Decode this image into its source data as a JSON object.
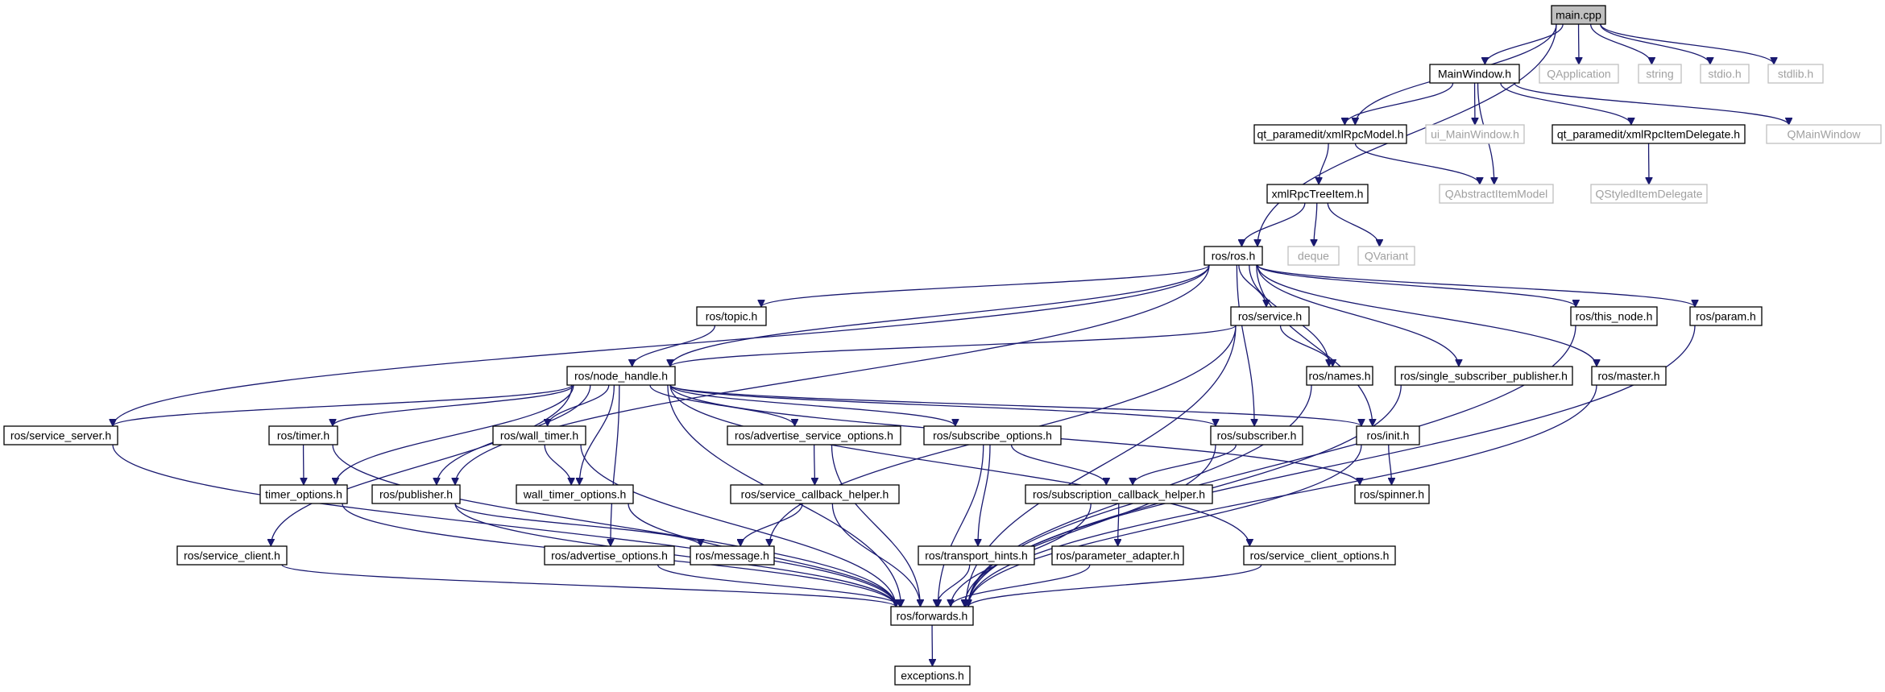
{
  "diagram": {
    "type": "include-dependency-graph",
    "colors": {
      "edge": "#191970",
      "box_border": "#000000",
      "external_border": "#bfbfbf",
      "external_text": "#a0a0a0",
      "root_fill": "#bfbfbf"
    },
    "nodes": [
      {
        "id": "main_cpp",
        "label": "main.cpp",
        "kind": "root"
      },
      {
        "id": "mainwindow",
        "label": "MainWindow.h",
        "kind": "file"
      },
      {
        "id": "qapplication",
        "label": "QApplication",
        "kind": "external"
      },
      {
        "id": "string",
        "label": "string",
        "kind": "external"
      },
      {
        "id": "stdio",
        "label": "stdio.h",
        "kind": "external"
      },
      {
        "id": "stdlib",
        "label": "stdlib.h",
        "kind": "external"
      },
      {
        "id": "xmlrpcmodel",
        "label": "qt_paramedit/xmlRpcModel.h",
        "kind": "file"
      },
      {
        "id": "ui_mainwindow",
        "label": "ui_MainWindow.h",
        "kind": "external"
      },
      {
        "id": "xmlrpcitemdelegate",
        "label": "qt_paramedit/xmlRpcItemDelegate.h",
        "kind": "file"
      },
      {
        "id": "qmainwindow",
        "label": "QMainWindow",
        "kind": "external"
      },
      {
        "id": "xmlrpctreeitem",
        "label": "xmlRpcTreeItem.h",
        "kind": "file"
      },
      {
        "id": "qabstractitemmodel",
        "label": "QAbstractItemModel",
        "kind": "external"
      },
      {
        "id": "qstyleditemdelegate",
        "label": "QStyledItemDelegate",
        "kind": "external"
      },
      {
        "id": "ros_ros",
        "label": "ros/ros.h",
        "kind": "file"
      },
      {
        "id": "deque",
        "label": "deque",
        "kind": "external"
      },
      {
        "id": "qvariant",
        "label": "QVariant",
        "kind": "external"
      },
      {
        "id": "topic",
        "label": "ros/topic.h",
        "kind": "file"
      },
      {
        "id": "service",
        "label": "ros/service.h",
        "kind": "file"
      },
      {
        "id": "this_node",
        "label": "ros/this_node.h",
        "kind": "file"
      },
      {
        "id": "param",
        "label": "ros/param.h",
        "kind": "file"
      },
      {
        "id": "node_handle",
        "label": "ros/node_handle.h",
        "kind": "file"
      },
      {
        "id": "names",
        "label": "ros/names.h",
        "kind": "file"
      },
      {
        "id": "ssp",
        "label": "ros/single_subscriber_publisher.h",
        "kind": "file"
      },
      {
        "id": "master",
        "label": "ros/master.h",
        "kind": "file"
      },
      {
        "id": "service_server",
        "label": "ros/service_server.h",
        "kind": "file"
      },
      {
        "id": "timer",
        "label": "ros/timer.h",
        "kind": "file"
      },
      {
        "id": "wall_timer",
        "label": "ros/wall_timer.h",
        "kind": "file"
      },
      {
        "id": "aso",
        "label": "ros/advertise_service_options.h",
        "kind": "file"
      },
      {
        "id": "sub_opts",
        "label": "ros/subscribe_options.h",
        "kind": "file"
      },
      {
        "id": "subscriber",
        "label": "ros/subscriber.h",
        "kind": "file"
      },
      {
        "id": "init",
        "label": "ros/init.h",
        "kind": "file"
      },
      {
        "id": "timer_options",
        "label": "timer_options.h",
        "kind": "file"
      },
      {
        "id": "publisher",
        "label": "ros/publisher.h",
        "kind": "file"
      },
      {
        "id": "wall_timer_options",
        "label": "wall_timer_options.h",
        "kind": "file"
      },
      {
        "id": "sch",
        "label": "ros/service_callback_helper.h",
        "kind": "file"
      },
      {
        "id": "subcb",
        "label": "ros/subscription_callback_helper.h",
        "kind": "file"
      },
      {
        "id": "spinner",
        "label": "ros/spinner.h",
        "kind": "file"
      },
      {
        "id": "service_client",
        "label": "ros/service_client.h",
        "kind": "file"
      },
      {
        "id": "adv_opts",
        "label": "ros/advertise_options.h",
        "kind": "file"
      },
      {
        "id": "message",
        "label": "ros/message.h",
        "kind": "file"
      },
      {
        "id": "transport_hints",
        "label": "ros/transport_hints.h",
        "kind": "file"
      },
      {
        "id": "param_adapter",
        "label": "ros/parameter_adapter.h",
        "kind": "file"
      },
      {
        "id": "sco",
        "label": "ros/service_client_options.h",
        "kind": "file"
      },
      {
        "id": "forwards",
        "label": "ros/forwards.h",
        "kind": "file"
      },
      {
        "id": "exceptions",
        "label": "exceptions.h",
        "kind": "file"
      }
    ],
    "edges": [
      [
        "main_cpp",
        "mainwindow"
      ],
      [
        "main_cpp",
        "qapplication"
      ],
      [
        "main_cpp",
        "string"
      ],
      [
        "main_cpp",
        "stdio"
      ],
      [
        "main_cpp",
        "stdlib"
      ],
      [
        "main_cpp",
        "xmlrpcmodel"
      ],
      [
        "main_cpp",
        "ros_ros"
      ],
      [
        "mainwindow",
        "xmlrpcmodel"
      ],
      [
        "mainwindow",
        "ui_mainwindow"
      ],
      [
        "mainwindow",
        "xmlrpcitemdelegate"
      ],
      [
        "mainwindow",
        "qmainwindow"
      ],
      [
        "mainwindow",
        "qabstractitemmodel"
      ],
      [
        "xmlrpcmodel",
        "xmlrpctreeitem"
      ],
      [
        "xmlrpcmodel",
        "qabstractitemmodel"
      ],
      [
        "xmlrpcitemdelegate",
        "qstyleditemdelegate"
      ],
      [
        "xmlrpctreeitem",
        "ros_ros"
      ],
      [
        "xmlrpctreeitem",
        "deque"
      ],
      [
        "xmlrpctreeitem",
        "qvariant"
      ],
      [
        "ros_ros",
        "topic"
      ],
      [
        "ros_ros",
        "service"
      ],
      [
        "ros_ros",
        "this_node"
      ],
      [
        "ros_ros",
        "param"
      ],
      [
        "ros_ros",
        "node_handle"
      ],
      [
        "ros_ros",
        "names"
      ],
      [
        "ros_ros",
        "ssp"
      ],
      [
        "ros_ros",
        "master"
      ],
      [
        "ros_ros",
        "service_server"
      ],
      [
        "ros_ros",
        "publisher"
      ],
      [
        "ros_ros",
        "subscriber"
      ],
      [
        "ros_ros",
        "init"
      ],
      [
        "topic",
        "node_handle"
      ],
      [
        "service",
        "node_handle"
      ],
      [
        "service",
        "names"
      ],
      [
        "service",
        "message"
      ],
      [
        "service",
        "forwards"
      ],
      [
        "node_handle",
        "service_server"
      ],
      [
        "node_handle",
        "timer"
      ],
      [
        "node_handle",
        "wall_timer"
      ],
      [
        "node_handle",
        "aso"
      ],
      [
        "node_handle",
        "sub_opts"
      ],
      [
        "node_handle",
        "subscriber"
      ],
      [
        "node_handle",
        "init"
      ],
      [
        "node_handle",
        "timer_options"
      ],
      [
        "node_handle",
        "publisher"
      ],
      [
        "node_handle",
        "wall_timer_options"
      ],
      [
        "node_handle",
        "service_client"
      ],
      [
        "node_handle",
        "adv_opts"
      ],
      [
        "node_handle",
        "spinner"
      ],
      [
        "node_handle",
        "sco"
      ],
      [
        "node_handle",
        "forwards"
      ],
      [
        "timer",
        "timer_options"
      ],
      [
        "timer",
        "forwards"
      ],
      [
        "wall_timer",
        "wall_timer_options"
      ],
      [
        "wall_timer",
        "forwards"
      ],
      [
        "aso",
        "sch"
      ],
      [
        "aso",
        "forwards"
      ],
      [
        "sub_opts",
        "subcb"
      ],
      [
        "sub_opts",
        "transport_hints"
      ],
      [
        "sub_opts",
        "forwards"
      ],
      [
        "subscriber",
        "subcb"
      ],
      [
        "subscriber",
        "forwards"
      ],
      [
        "init",
        "spinner"
      ],
      [
        "init",
        "forwards"
      ],
      [
        "sch",
        "message"
      ],
      [
        "sch",
        "forwards"
      ],
      [
        "subcb",
        "param_adapter"
      ],
      [
        "subcb",
        "forwards"
      ],
      [
        "publisher",
        "message"
      ],
      [
        "publisher",
        "forwards"
      ],
      [
        "timer_options",
        "forwards"
      ],
      [
        "wall_timer_options",
        "forwards"
      ],
      [
        "service_server",
        "forwards"
      ],
      [
        "service_client",
        "forwards"
      ],
      [
        "adv_opts",
        "forwards"
      ],
      [
        "transport_hints",
        "forwards"
      ],
      [
        "param_adapter",
        "forwards"
      ],
      [
        "sco",
        "forwards"
      ],
      [
        "names",
        "forwards"
      ],
      [
        "ssp",
        "forwards"
      ],
      [
        "master",
        "forwards"
      ],
      [
        "this_node",
        "forwards"
      ],
      [
        "param",
        "forwards"
      ],
      [
        "forwards",
        "exceptions"
      ]
    ]
  }
}
